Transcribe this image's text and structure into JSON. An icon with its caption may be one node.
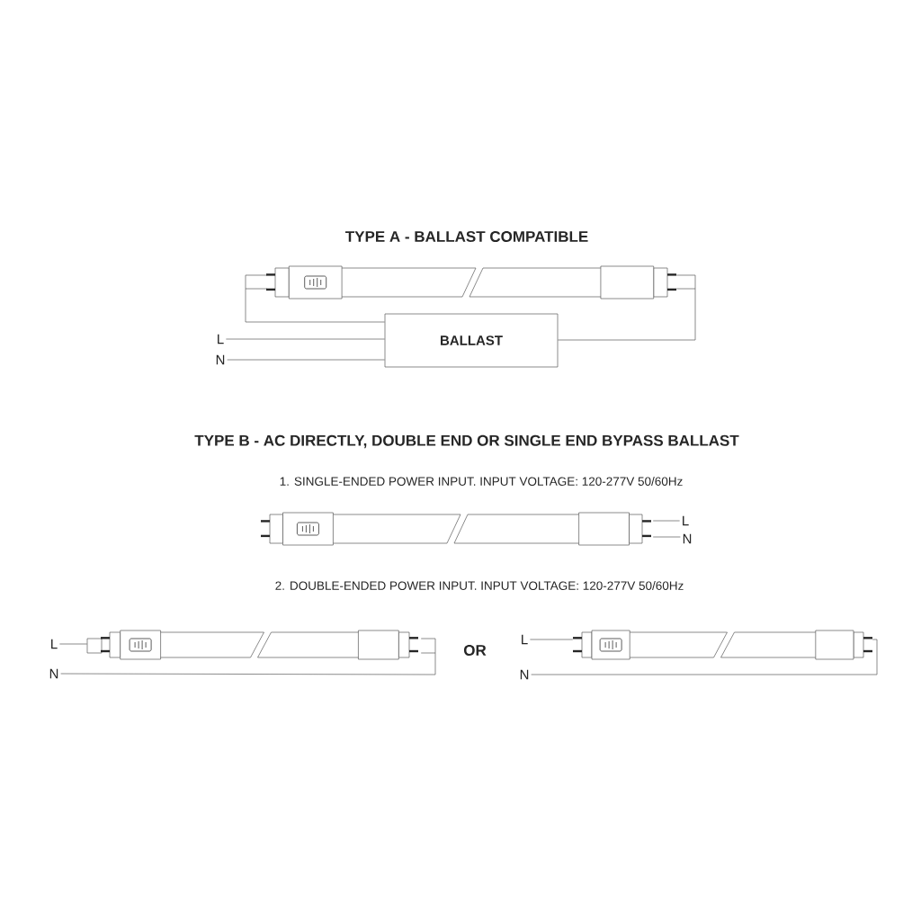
{
  "diagram": {
    "nodes": [
      {
        "text": [],
        "shape": "picture"
      },
      {
        "text": [
          "BALLAST"
        ]
      },
      {
        "text": [
          "L"
        ]
      },
      {
        "text": [
          "N"
        ]
      },
      {
        "text": [],
        "shape": "picture"
      },
      {
        "text": [
          "L"
        ]
      },
      {
        "text": [
          "N"
        ]
      },
      {
        "text": [],
        "shape": "picture"
      },
      {
        "text": [
          "L"
        ]
      },
      {
        "text": [
          "N"
        ]
      },
      {
        "text": [],
        "shape": "picture"
      },
      {
        "text": [
          "L"
        ]
      },
      {
        "text": [
          "N"
        ]
      }
    ],
    "edges": [
      {
        "from": 0,
        "to": 1,
        "arrow": "none"
      },
      {
        "from": 1,
        "to": 0,
        "arrow": "none"
      },
      {
        "from": 2,
        "to": 1,
        "arrow": "none"
      },
      {
        "from": 3,
        "to": 1,
        "arrow": "none"
      },
      {
        "from": 4,
        "to": 5,
        "arrow": "none"
      },
      {
        "from": 4,
        "to": 6,
        "arrow": "none"
      },
      {
        "from": 8,
        "to": 7,
        "arrow": "none"
      },
      {
        "from": 9,
        "to": 7,
        "arrow": "none"
      },
      {
        "from": 11,
        "to": 10,
        "arrow": "none"
      },
      {
        "from": 12,
        "to": 10,
        "arrow": "none"
      }
    ],
    "labels": [
      "TYPE A - BALLAST COMPATIBLE",
      "TYPE B - AC DIRECTLY, DOUBLE END OR SINGLE END BYPASS BALLAST",
      "1. SINGLE-ENDED POWER INPUT. INPUT VOLTAGE: 120-277V 50/60Hz",
      "2. DOUBLE-ENDED POWER INPUT. INPUT VOLTAGE: 120-277V 50/60Hz",
      "OR"
    ]
  }
}
